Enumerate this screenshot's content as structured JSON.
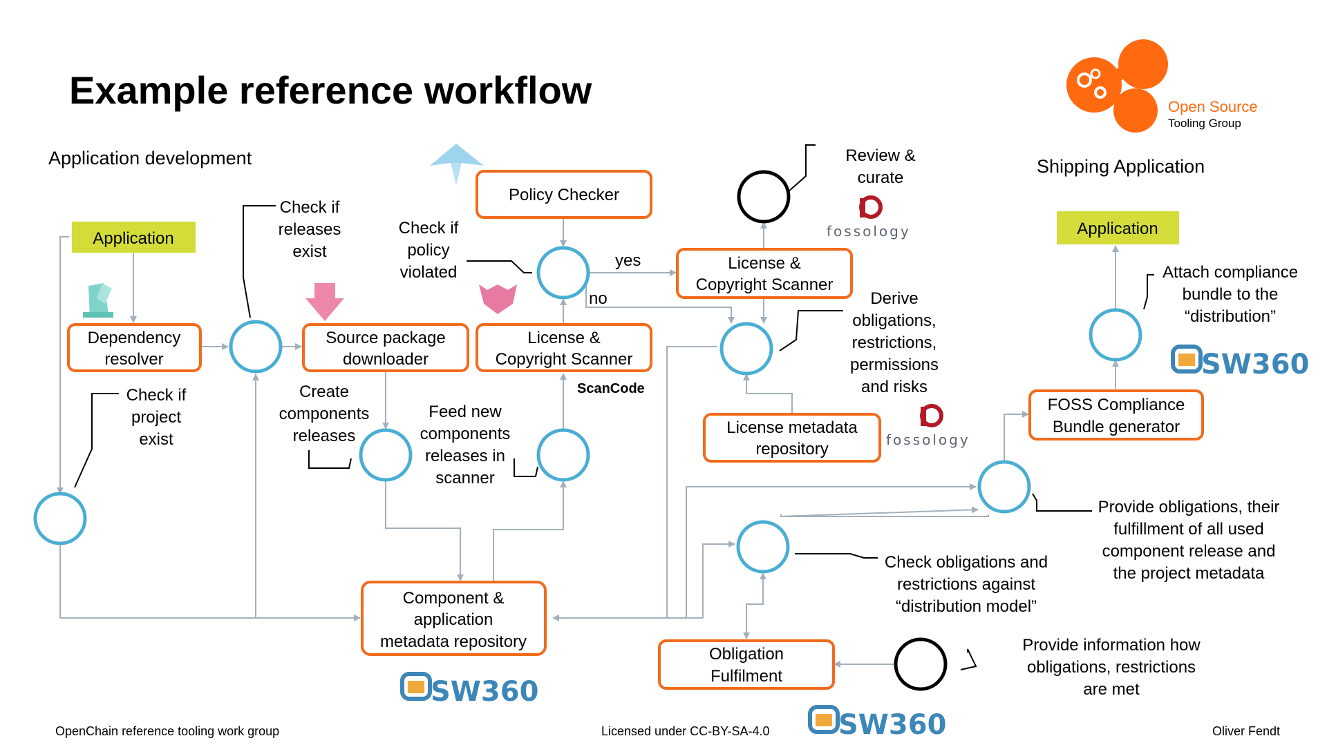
{
  "title": "Example reference workflow",
  "left_heading": "Application development",
  "right_heading": "Shipping Application",
  "logo": {
    "line1": "Open Source",
    "line2": "Tooling Group",
    "color": "#ff6a10"
  },
  "boxes": {
    "application_left": "Application",
    "application_right": "Application",
    "dependency_resolver": [
      "Dependency",
      "resolver"
    ],
    "source_package_downloader": [
      "Source package",
      "downloader"
    ],
    "license_scanner_mid": [
      "License &",
      "Copyright Scanner"
    ],
    "policy_checker": "Policy Checker",
    "license_scanner_top": [
      "License &",
      "Copyright Scanner"
    ],
    "license_metadata_repository": [
      "License metadata",
      "repository"
    ],
    "component_repository": [
      "Component &",
      "application",
      "metadata repository"
    ],
    "obligation_fulfilment": [
      "Obligation",
      "Fulfilment"
    ],
    "foss_bundle_generator": [
      "FOSS Compliance",
      "Bundle generator"
    ]
  },
  "labels": {
    "check_releases": [
      "Check if",
      "releases",
      "exist"
    ],
    "check_project": [
      "Check if",
      "project",
      "exist"
    ],
    "create_components": [
      "Create",
      "components",
      "releases"
    ],
    "feed_components": [
      "Feed new",
      "components",
      "releases in",
      "scanner"
    ],
    "check_policy": [
      "Check if",
      "policy",
      "violated"
    ],
    "yes": "yes",
    "no": "no",
    "scancode": "ScanCode",
    "review_curate": [
      "Review &",
      "curate"
    ],
    "derive_obligations": [
      "Derive",
      "obligations,",
      "restrictions,",
      "permissions",
      "and risks"
    ],
    "attach_bundle": [
      "Attach compliance",
      "bundle to the",
      "“distribution”"
    ],
    "provide_obligations": [
      "Provide obligations, their",
      "fulfillment of all used",
      "component release and",
      "the project metadata"
    ],
    "check_obligations": [
      "Check obligations and",
      "restrictions against",
      "“distribution model”"
    ],
    "provide_information": [
      "Provide information how",
      "obligations, restrictions",
      "are met"
    ]
  },
  "tool_logos": {
    "fossology": "fossology",
    "sw360": "SW360"
  },
  "footer": {
    "left": "OpenChain reference tooling work group",
    "center": "Licensed under CC-BY-SA-4.0",
    "right": "Oliver Fendt"
  },
  "colors": {
    "box_border": "#f26b1d",
    "node_border": "#4aaed4",
    "application_fill": "#d4dc3a",
    "sw360_blue": "#3c86b8",
    "fossology_red": "#b21b26"
  }
}
